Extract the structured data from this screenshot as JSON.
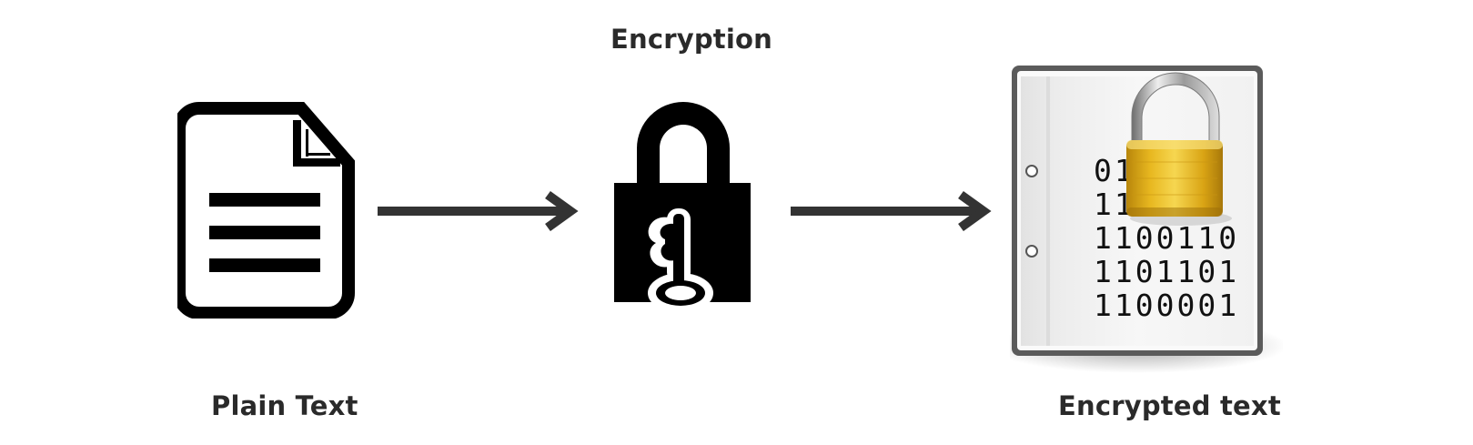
{
  "diagram": {
    "steps": [
      {
        "label": "Plain Text",
        "icon": "document-icon"
      },
      {
        "label": "Encryption",
        "icon": "padlock-key-icon"
      },
      {
        "label": "Encrypted text",
        "icon": "encrypted-file-icon"
      }
    ],
    "connectors": [
      "arrow-right-icon",
      "arrow-right-icon"
    ],
    "binary_lines": [
      "010",
      "111",
      "1100110",
      "1101101",
      "1100001"
    ],
    "colors": {
      "text": "#2a2a2a",
      "icon": "#000000",
      "arrow": "#333333",
      "padlock_gold": "#e8b820"
    }
  }
}
